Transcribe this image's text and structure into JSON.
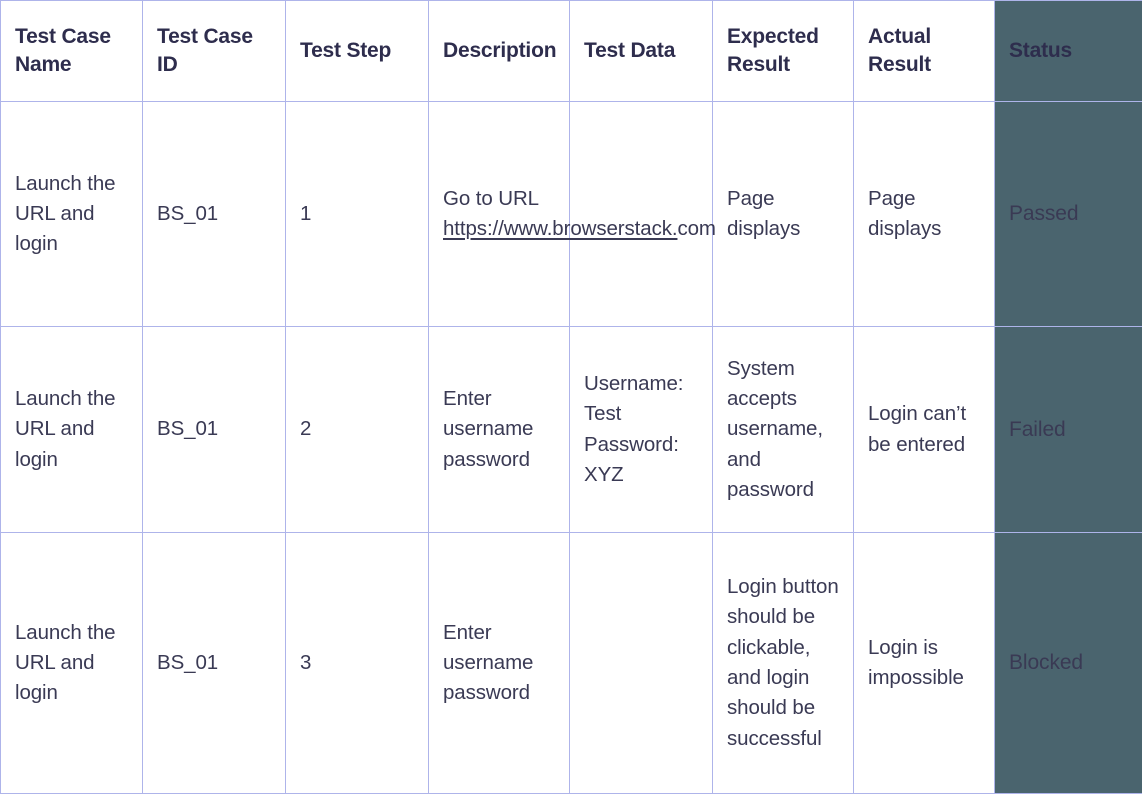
{
  "table": {
    "headers": [
      {
        "key": "test_case_name",
        "label": "Test Case Name"
      },
      {
        "key": "test_case_id",
        "label": "Test Case ID"
      },
      {
        "key": "test_step",
        "label": "Test Step"
      },
      {
        "key": "description",
        "label": "Description"
      },
      {
        "key": "test_data",
        "label": "Test Data"
      },
      {
        "key": "expected_result",
        "label": "Expected Result"
      },
      {
        "key": "actual_result",
        "label": "Actual Result"
      },
      {
        "key": "status",
        "label": "Status"
      }
    ],
    "rows": [
      {
        "test_case_name": "Launch the URL and login",
        "test_case_id": "BS_01",
        "test_step": "1",
        "description_prefix": "Go to URL ",
        "description_link": "https://www.browserstack.",
        "description_suffix": "com",
        "test_data": "",
        "expected_result": "Page displays",
        "actual_result": "Page displays",
        "status": "Passed"
      },
      {
        "test_case_name": "Launch the URL and login",
        "test_case_id": "BS_01",
        "test_step": "2",
        "description": "Enter username password",
        "test_data": "Username: Test Password: XYZ",
        "expected_result": "System accepts username, and password",
        "actual_result": "Login can’t be entered",
        "status": "Failed"
      },
      {
        "test_case_name": "Launch the URL and login",
        "test_case_id": "BS_01",
        "test_step": "3",
        "description": "Enter username password",
        "test_data": "",
        "expected_result": "Login button should be clickable, and login should be successful",
        "actual_result": "Login is impossible",
        "status": "Blocked"
      }
    ]
  },
  "colors": {
    "border": "#aeb4ea",
    "status_background": "#4a646e",
    "header_text": "#2e2d4d",
    "body_text": "#3a3a54",
    "page_background": "#ffffff"
  }
}
